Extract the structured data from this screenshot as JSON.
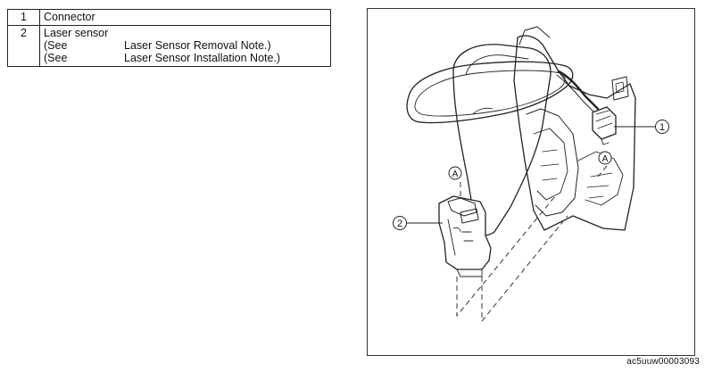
{
  "parts_table": {
    "rows": [
      {
        "number": "1",
        "name": "Connector"
      },
      {
        "number": "2",
        "name": "Laser sensor",
        "notes": [
          {
            "prefix": "(See",
            "text": "Laser Sensor Removal Note.)"
          },
          {
            "prefix": "(See",
            "text": "Laser Sensor Installation Note.)"
          }
        ]
      }
    ]
  },
  "figure": {
    "callouts": {
      "connector": "1",
      "laser_sensor": "2"
    },
    "reference_marks": {
      "mark_a_sensor": "A",
      "mark_a_bracket": "A"
    },
    "figure_code": "ac5uuw00003093"
  }
}
